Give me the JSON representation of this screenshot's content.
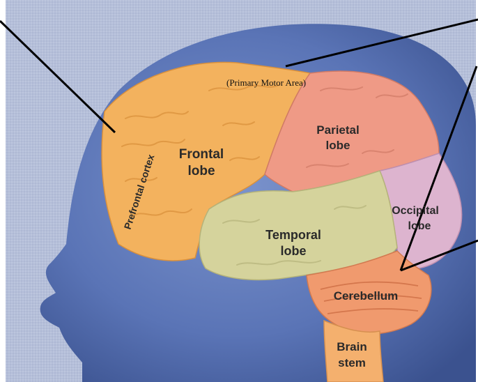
{
  "diagram": {
    "labels": {
      "prefrontal_cortex": "Prefrontal cortex",
      "frontal_lobe_1": "Frontal",
      "frontal_lobe_2": "lobe",
      "parietal_lobe_1": "Parietal",
      "parietal_lobe_2": "lobe",
      "occipital_lobe_1": "Occipital",
      "occipital_lobe_2": "lobe",
      "temporal_lobe_1": "Temporal",
      "temporal_lobe_2": "lobe",
      "cerebellum": "Cerebellum",
      "brain_stem_1": "Brain",
      "brain_stem_2": "stem",
      "primary_motor_area": "(Primary Motor Area)"
    },
    "colors": {
      "background": "#aeb9d6",
      "head": "#4f6bb0",
      "frontal": "#f3b25e",
      "parietal": "#ef9a86",
      "occipital": "#ddb4cf",
      "temporal": "#d5d39c",
      "cerebellum": "#f09a6e",
      "brain_stem": "#f4b06e"
    }
  }
}
